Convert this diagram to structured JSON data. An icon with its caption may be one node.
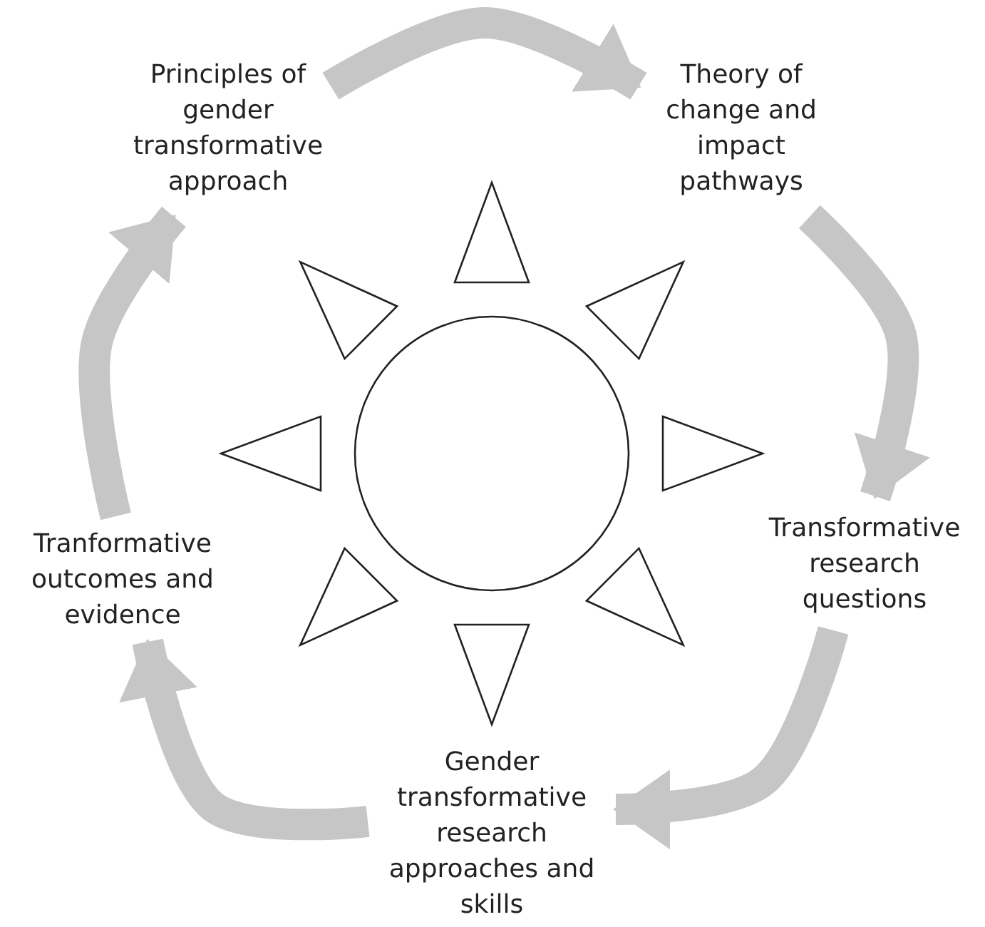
{
  "diagram": {
    "nodes": [
      {
        "text": [
          "Principles of gender transformative approach"
        ]
      },
      {
        "text": [
          "Theory of change and impact pathways"
        ]
      },
      {
        "text": [
          "Transformative research questions"
        ]
      },
      {
        "text": [
          "Gender transformative research approaches and skills"
        ]
      },
      {
        "text": [
          "Tranformative outcomes and evidence"
        ]
      }
    ],
    "edges": [
      {
        "from": 0,
        "to": 1,
        "arrow": "to"
      },
      {
        "from": 1,
        "to": 2,
        "arrow": "to"
      },
      {
        "from": 2,
        "to": 3,
        "arrow": "to"
      },
      {
        "from": 3,
        "to": 4,
        "arrow": "to"
      },
      {
        "from": 4,
        "to": 0,
        "arrow": "to"
      }
    ]
  }
}
